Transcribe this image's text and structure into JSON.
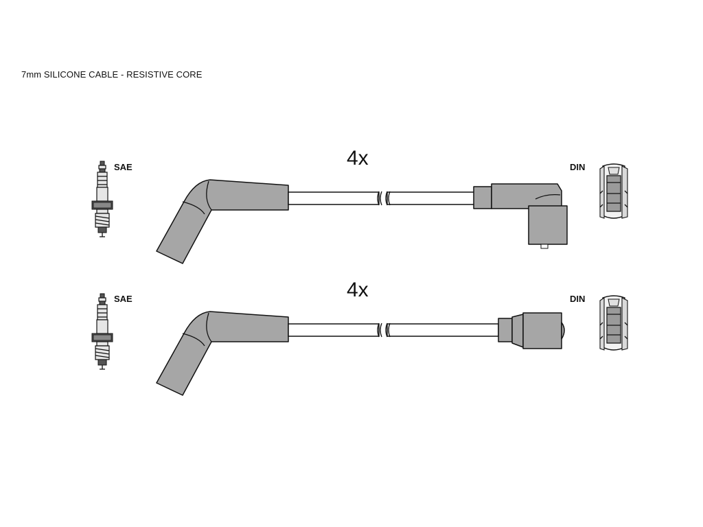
{
  "title": "7mm SILICONE CABLE - RESISTIVE CORE",
  "rows": [
    {
      "quantity": "4x",
      "left_label": "SAE",
      "right_label": "DIN",
      "right_connector": "angled-boot"
    },
    {
      "quantity": "4x",
      "left_label": "SAE",
      "right_label": "DIN",
      "right_connector": "straight-boot"
    }
  ],
  "colors": {
    "boot_fill": "#a6a6a6",
    "outline": "#111111",
    "background": "#ffffff"
  },
  "icons": [
    "spark-plug-icon",
    "din-socket-icon"
  ]
}
